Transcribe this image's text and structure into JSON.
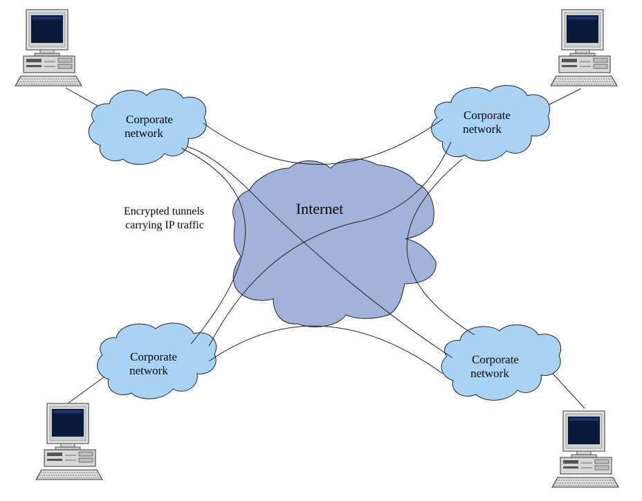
{
  "internet_label": "Internet",
  "tunnel_caption": [
    "Encrypted tunnels",
    "carrying IP traffic"
  ],
  "networks": [
    {
      "line1": "Corporate",
      "line2": "network"
    },
    {
      "line1": "Corporate",
      "line2": "network"
    },
    {
      "line1": "Corporate",
      "line2": "network"
    },
    {
      "line1": "Corporate",
      "line2": "network"
    }
  ],
  "colors": {
    "corporate_cloud": "#a9d3f5",
    "internet_cloud": "#a3b2da",
    "outline": "#222222",
    "monitor_screen": "#0a1a3c"
  },
  "icons": [
    "desktop-computer-icon",
    "cloud-icon"
  ]
}
